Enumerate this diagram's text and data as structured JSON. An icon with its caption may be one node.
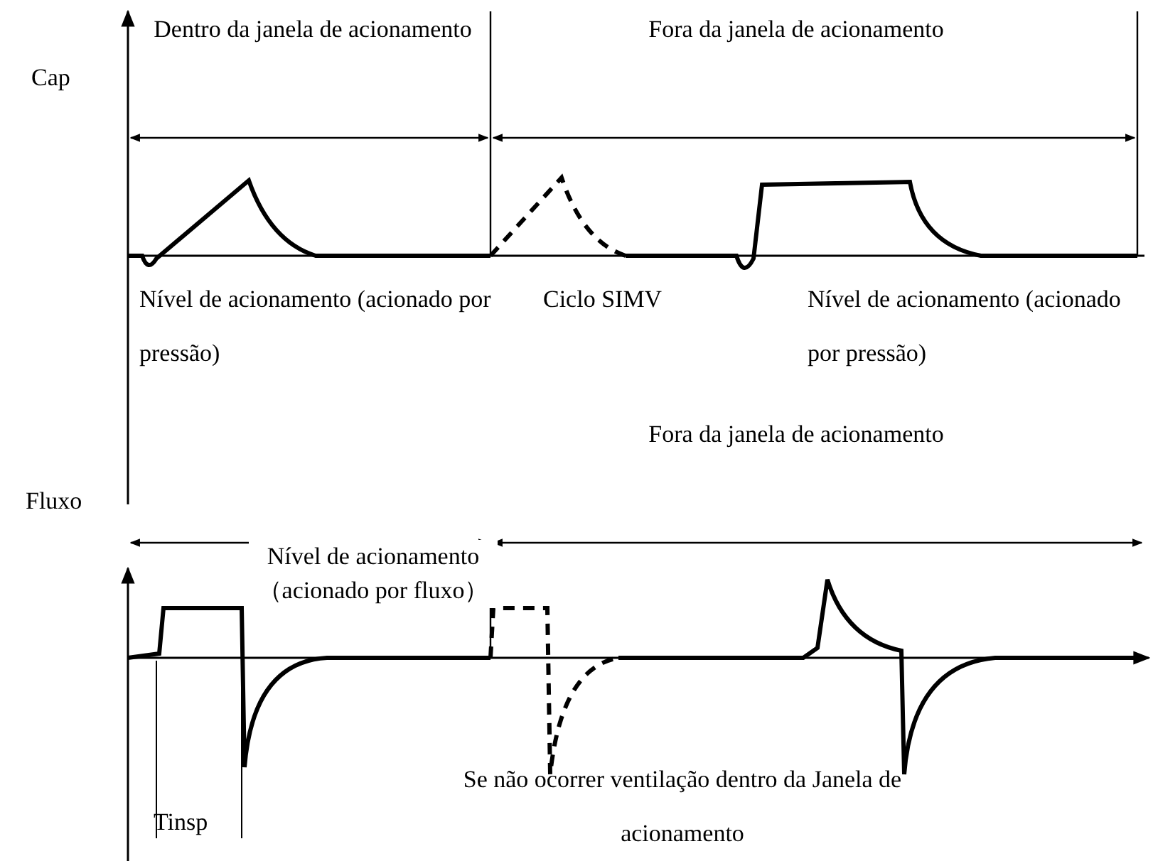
{
  "diagram": {
    "labels": [
      "Cap",
      "Dentro da janela de acionamento",
      "Fora da janela de acionamento",
      "Nível de acionamento (acionado por pressão)",
      "Ciclo SIMV",
      "Nível de acionamento (acionado por pressão)",
      "Fluxo",
      "Fora da janela de acionamento",
      "Nível de acionamento（acionado por fluxo）",
      "Tinsp",
      "Se não ocorrer ventilação dentro da Janela de acionamento"
    ]
  }
}
